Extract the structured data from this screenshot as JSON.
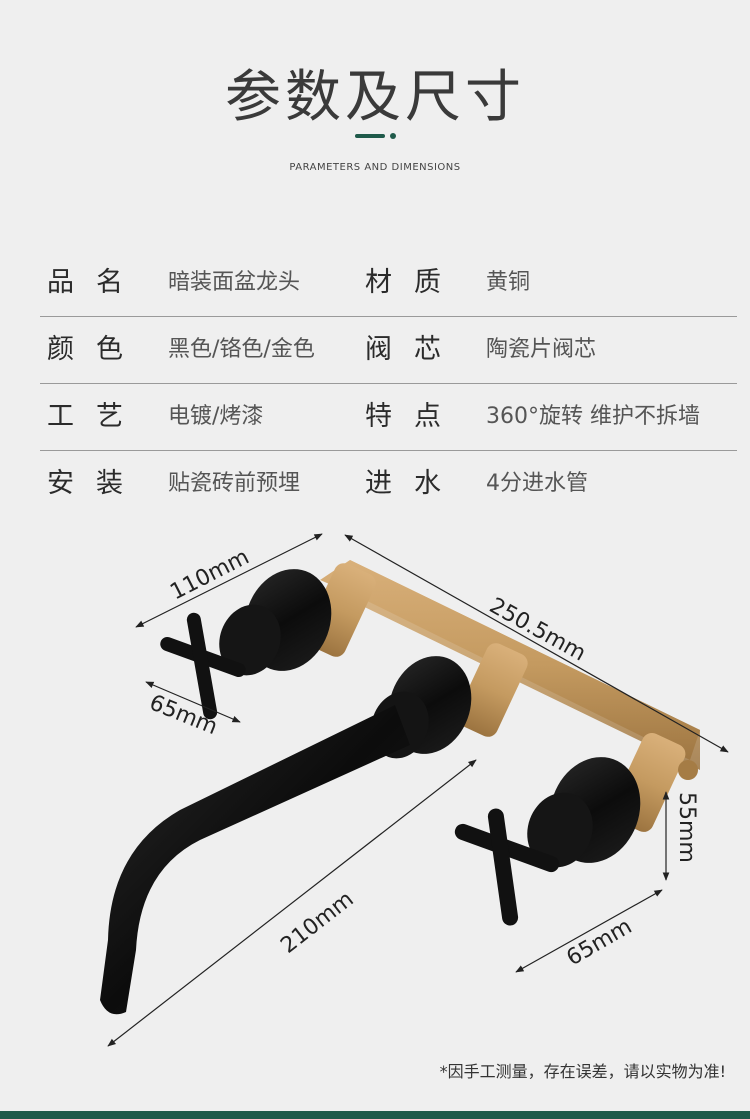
{
  "header": {
    "title": "参数及尺寸",
    "subtitle": "PARAMETERS AND DIMENSIONS"
  },
  "specs": [
    {
      "k1": "品名",
      "v1": "暗装面盆龙头",
      "k2": "材质",
      "v2": "黄铜"
    },
    {
      "k1": "颜色",
      "v1": "黑色/铬色/金色",
      "k2": "阀芯",
      "v2": "陶瓷片阀芯"
    },
    {
      "k1": "工艺",
      "v1": "电镀/烤漆",
      "k2": "特点",
      "v2": "360°旋转 维护不拆墙"
    },
    {
      "k1": "安装",
      "v1": "贴瓷砖前预埋",
      "k2": "进水",
      "v2": "4分进水管"
    }
  ],
  "dimensions": {
    "handle_length": "110mm",
    "body_length": "250.5mm",
    "handle_depth_left": "65mm",
    "body_height": "55mm",
    "handle_depth_right": "65mm",
    "spout_length": "210mm"
  },
  "note": "*因手工测量，存在误差，请以实物为准!",
  "colors": {
    "accent": "#1f5a4a",
    "black_finish": "#111111",
    "brass": "#c49a60"
  }
}
